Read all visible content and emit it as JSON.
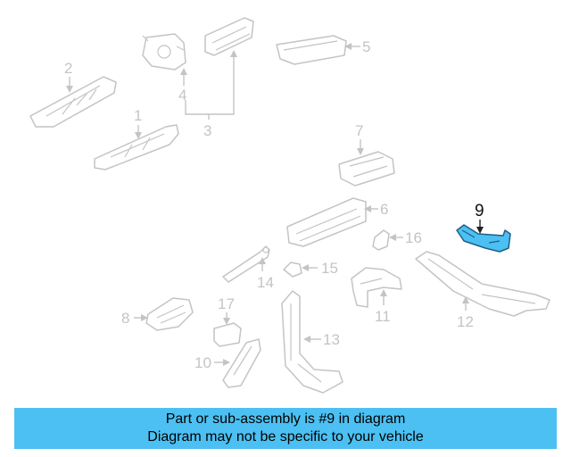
{
  "colors": {
    "highlight": "#4cc0f2",
    "line": "#c4c4c4",
    "banner": "#4cc0f2"
  },
  "highlighted_part": "9",
  "callouts": {
    "c1": "1",
    "c2": "2",
    "c3": "3",
    "c4": "4",
    "c5": "5",
    "c6": "6",
    "c7": "7",
    "c8": "8",
    "c9": "9",
    "c10": "10",
    "c11": "11",
    "c12": "12",
    "c13": "13",
    "c14": "14",
    "c15": "15",
    "c16": "16",
    "c17": "17"
  },
  "banner": {
    "line1": "Part or sub-assembly is #9 in diagram",
    "line2": "Diagram may not be specific to your vehicle"
  }
}
